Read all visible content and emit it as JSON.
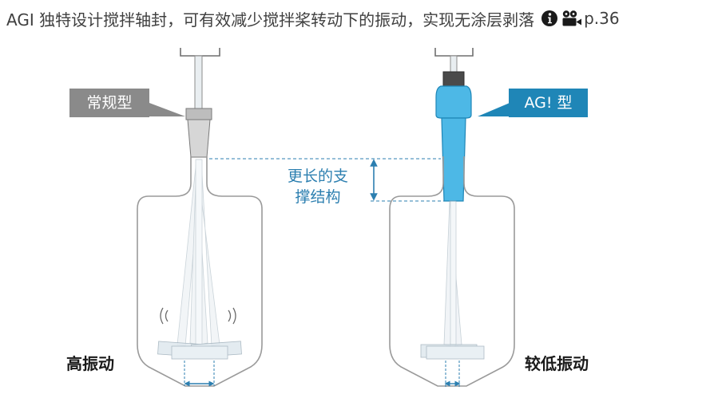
{
  "header": {
    "text": "AGI 独特设计搅拌轴封，可有效减少搅拌桨转动下的振动，实现无涂层剥落",
    "page_ref": "p.36",
    "icons": [
      "info-icon",
      "video-camera-icon"
    ]
  },
  "left_assembly": {
    "tag": "常规型",
    "vibration_label": "高振动"
  },
  "right_assembly": {
    "tag": "AG! 型",
    "vibration_label": "较低振动"
  },
  "support_label": {
    "line1": "更长的支",
    "line2": "撑结构"
  },
  "colors": {
    "blue_accent": "#1f86b7",
    "blue_light": "#4db8e6",
    "gray_tag": "#8a8a8a",
    "vessel_stroke": "#9a9a9a"
  }
}
